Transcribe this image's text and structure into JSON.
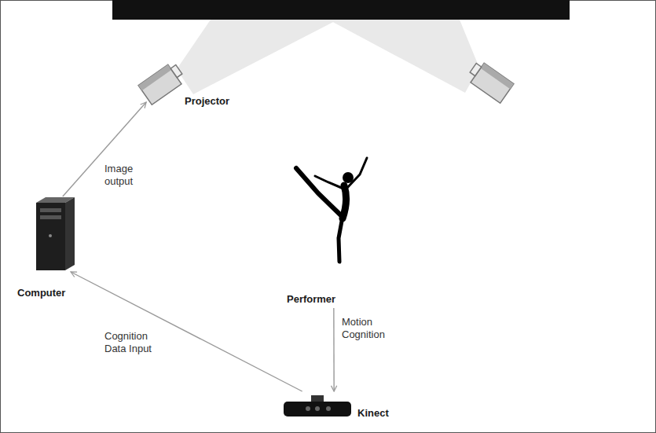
{
  "diagram": {
    "nodes": [
      {
        "text": [
          "Projector"
        ]
      },
      {
        "text": [
          "Computer"
        ]
      },
      {
        "text": [
          "Performer"
        ]
      },
      {
        "text": [
          "Kinect"
        ]
      }
    ],
    "edges": [
      {
        "from": 1,
        "to": 0,
        "label": "Image output",
        "arrow": "to"
      },
      {
        "from": 3,
        "to": 1,
        "label": "Cognition Data Input",
        "arrow": "to"
      },
      {
        "from": 2,
        "to": 3,
        "label": "Motion Cognition",
        "arrow": "to"
      }
    ]
  }
}
